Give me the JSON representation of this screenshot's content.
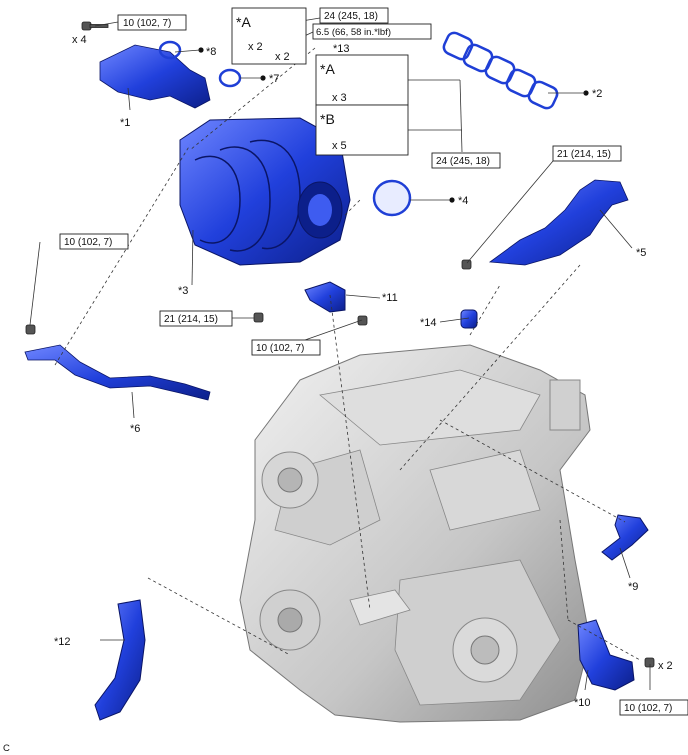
{
  "torques": {
    "t1": "10 (102, 7)",
    "t2": "24 (245, 18)",
    "t3": "6.5 (66, 58 in.*lbf)",
    "t4": "24 (245, 18)",
    "t5": "21 (214, 15)",
    "t6": "10 (102, 7)",
    "t7": "21 (214, 15)",
    "t8": "10 (102, 7)",
    "t9": "10 (102, 7)"
  },
  "quantities": {
    "q_x4": "x 4",
    "q_a_x2": "x 2",
    "q_13_x2": "x 2",
    "q_a_x3": "x 3",
    "q_b_x5": "x 5",
    "q_10_x2": "x 2"
  },
  "groups": {
    "g_a1": "*A",
    "g_a2": "*A",
    "g_b": "*B"
  },
  "parts": {
    "p1": "*1",
    "p2": "*2",
    "p3": "*3",
    "p4": "*4",
    "p5": "*5",
    "p6": "*6",
    "p7": "*7",
    "p8": "*8",
    "p9": "*9",
    "p10": "*10",
    "p11": "*11",
    "p12": "*12",
    "p13": "*13",
    "p14": "*14"
  },
  "corner_label": "C",
  "icons": [
    "bolt-icon",
    "non-reusable-part-dot-icon",
    "gasket-icon"
  ],
  "colors": {
    "part_blue": "#1f3fd6",
    "engine_gray": "#c8c8c8",
    "text": "#111111"
  }
}
